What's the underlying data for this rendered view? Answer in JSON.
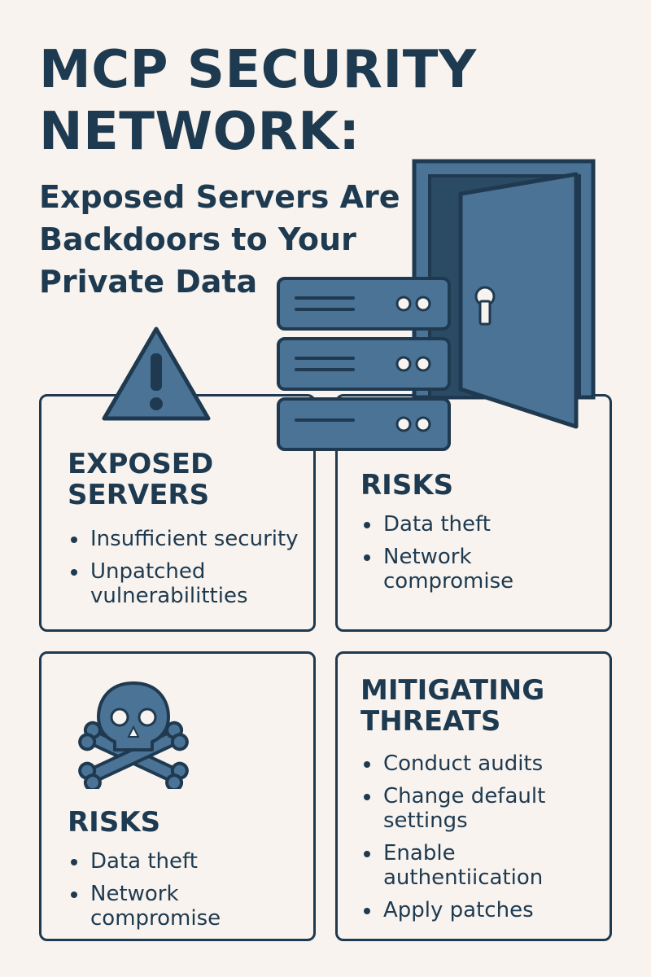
{
  "header": {
    "title_line1": "MCP SECURITY",
    "title_line2": "NETWORK:",
    "subtitle_line1": "Exposed Servers Are",
    "subtitle_line2": "Backdoors to Your",
    "subtitle_line3": "Private Data"
  },
  "cards": {
    "exposed": {
      "title_line1": "EXPOSED",
      "title_line2": "SERVERS",
      "items": [
        "Insufficient security",
        "Unpatched vulnerabilitties"
      ]
    },
    "risks_top": {
      "title": "RISKS",
      "items": [
        "Data theft",
        "Network compromise"
      ]
    },
    "risks_bottom": {
      "title": "RISKS",
      "items": [
        "Data theft",
        "Network compromise"
      ]
    },
    "mitigating": {
      "title_line1": "MITIGATING",
      "title_line2": "THREATS",
      "items": [
        "Conduct audits",
        "Change default settings",
        "Enable authentiication",
        "Apply patches"
      ]
    }
  },
  "colors": {
    "ink": "#1f3a50",
    "fill": "#4a7396",
    "background": "#f8f3ee"
  },
  "icons": [
    "warning-icon",
    "server-rack-icon",
    "open-door-icon",
    "keyhole-icon",
    "skull-crossbones-icon"
  ]
}
